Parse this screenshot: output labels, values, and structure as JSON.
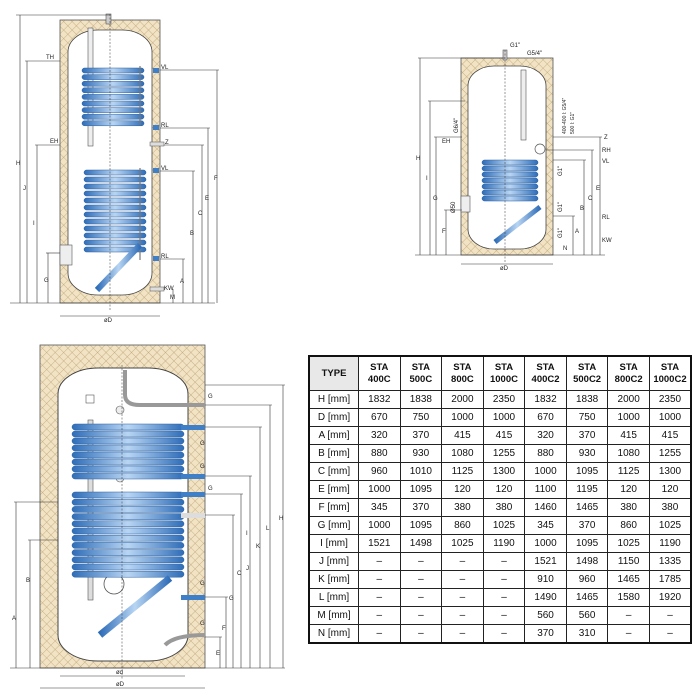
{
  "diagram_top_left": {
    "labels": {
      "H": "H",
      "J": "J",
      "I": "I",
      "G": "G",
      "TH": "TH",
      "EH": "EH",
      "VL1": "VL",
      "RL1": "RL",
      "Z": "Z",
      "VL2": "VL",
      "RL2": "RL",
      "KW": "KW",
      "A": "A",
      "B": "B",
      "C": "C",
      "E": "E",
      "F": "F",
      "M": "M",
      "D": "øD"
    }
  },
  "diagram_top_right": {
    "labels": {
      "G1top": "G1\"",
      "G54": "G5/4\"",
      "H": "H",
      "I": "I",
      "G": "G",
      "F": "F",
      "G64": "G6/4\"",
      "EH": "EH",
      "anode": "400-400 l: G5/4\"",
      "anode2": "500 l: G1\"",
      "Z": "Z",
      "RH": "RH",
      "VL": "VL",
      "RL": "RL",
      "KW": "KW",
      "G1a": "G1\"",
      "G1b": "G1\"",
      "G1c": "G1\"",
      "A": "A",
      "B": "B",
      "C": "C",
      "E": "E",
      "N": "N",
      "Pm": "Ø50",
      "D": "øD"
    }
  },
  "diagram_bottom": {
    "labels": {
      "G1": "G",
      "G2": "G",
      "G3": "G",
      "G4": "G",
      "G5": "G",
      "G6": "G",
      "A": "A",
      "B": "B",
      "C": "C",
      "E": "E",
      "F": "F",
      "G": "G",
      "I": "I",
      "J": "J",
      "K": "K",
      "L": "L",
      "H": "H",
      "d": "ød",
      "D": "øD"
    }
  },
  "table": {
    "header": [
      "TYPE",
      "STA\n400C",
      "STA\n500C",
      "STA\n800C",
      "STA\n1000C",
      "STA\n400C2",
      "STA\n500C2",
      "STA\n800C2",
      "STA\n1000C2"
    ],
    "header_top": [
      "TYPE",
      "STA",
      "STA",
      "STA",
      "STA",
      "STA",
      "STA",
      "STA",
      "STA"
    ],
    "header_bottom": [
      "",
      "400C",
      "500C",
      "800C",
      "1000C",
      "400C2",
      "500C2",
      "800C2",
      "1000C2"
    ],
    "rows": [
      [
        "H [mm]",
        "1832",
        "1838",
        "2000",
        "2350",
        "1832",
        "1838",
        "2000",
        "2350"
      ],
      [
        "D [mm]",
        "670",
        "750",
        "1000",
        "1000",
        "670",
        "750",
        "1000",
        "1000"
      ],
      [
        "A [mm]",
        "320",
        "370",
        "415",
        "415",
        "320",
        "370",
        "415",
        "415"
      ],
      [
        "B [mm]",
        "880",
        "930",
        "1080",
        "1255",
        "880",
        "930",
        "1080",
        "1255"
      ],
      [
        "C [mm]",
        "960",
        "1010",
        "1125",
        "1300",
        "1000",
        "1095",
        "1125",
        "1300"
      ],
      [
        "E [mm]",
        "1000",
        "1095",
        "120",
        "120",
        "1100",
        "1195",
        "120",
        "120"
      ],
      [
        "F [mm]",
        "345",
        "370",
        "380",
        "380",
        "1460",
        "1465",
        "380",
        "380"
      ],
      [
        "G [mm]",
        "1000",
        "1095",
        "860",
        "1025",
        "345",
        "370",
        "860",
        "1025"
      ],
      [
        "I [mm]",
        "1521",
        "1498",
        "1025",
        "1190",
        "1000",
        "1095",
        "1025",
        "1190"
      ],
      [
        "J [mm]",
        "–",
        "–",
        "–",
        "–",
        "1521",
        "1498",
        "1150",
        "1335"
      ],
      [
        "K [mm]",
        "–",
        "–",
        "–",
        "–",
        "910",
        "960",
        "1465",
        "1785"
      ],
      [
        "L [mm]",
        "–",
        "–",
        "–",
        "–",
        "1490",
        "1465",
        "1580",
        "1920"
      ],
      [
        "M [mm]",
        "–",
        "–",
        "–",
        "–",
        "560",
        "560",
        "–",
        "–"
      ],
      [
        "N [mm]",
        "–",
        "–",
        "–",
        "–",
        "370",
        "310",
        "–",
        "–"
      ]
    ]
  },
  "colors": {
    "insulation": "#f1e3c4",
    "coil": "#3f7fc8",
    "coil_light": "#a9cbef",
    "tank": "#ffffff",
    "header_bg": "#e8e8e8"
  }
}
